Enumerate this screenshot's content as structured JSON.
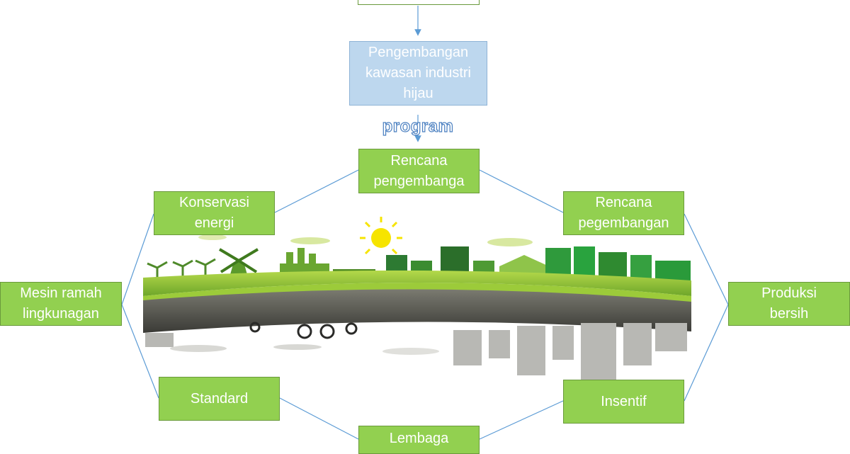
{
  "diagram": {
    "center": {
      "label": "Pengembangan\nkawasan industri\nhijau"
    },
    "connector_label": "program",
    "nodes": {
      "top": "Rencana\npengembanga",
      "upper_left": "Konservasi\nenergi",
      "upper_right": "Rencana\npegembangan",
      "left": "Mesin ramah\nlingkunagan",
      "right": "Produksi\nbersih",
      "lower_left": "Standard",
      "lower_right": "Insentif",
      "bottom": "Lembaga"
    },
    "colors": {
      "node_fill": "#92d050",
      "center_fill": "#bdd7ee",
      "connector": "#5b9bd5"
    },
    "illustration": "green-city-illustration"
  }
}
